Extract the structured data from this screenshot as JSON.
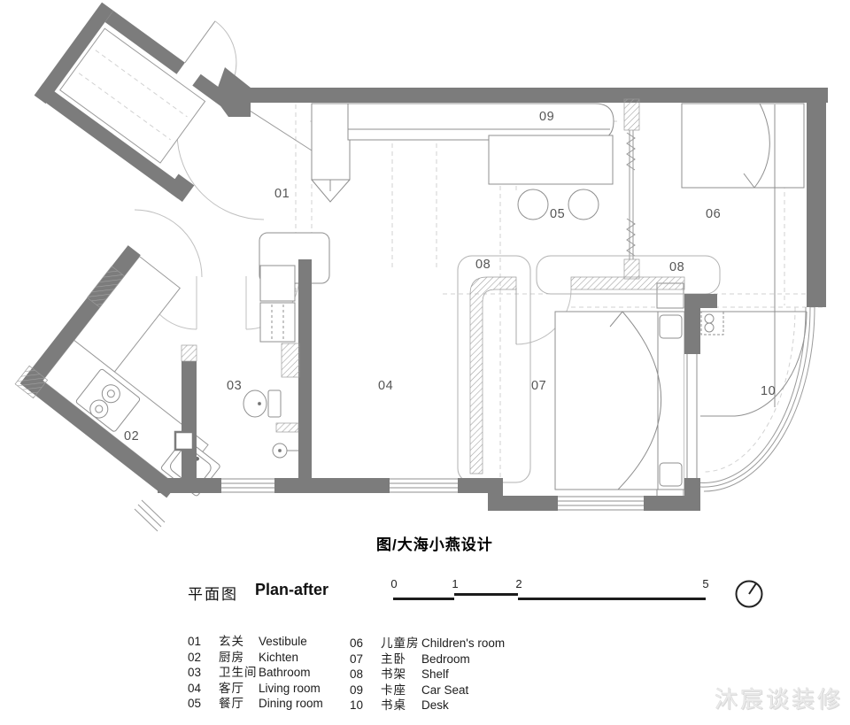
{
  "plan": {
    "caption": "图/大海小燕设计",
    "labels": {
      "n01": "01",
      "n02": "02",
      "n03": "03",
      "n04": "04",
      "n05": "05",
      "n06": "06",
      "n07": "07",
      "n08a": "08",
      "n08b": "08",
      "n09": "09",
      "n10": "10"
    },
    "colors": {
      "wall": "#7c7c7c",
      "furniture_line": "#8f8f8f",
      "door_arc": "#bcbcbc",
      "dash": "#cfcfcf"
    }
  },
  "footer": {
    "title_zh": "平面图",
    "title_en": "Plan-after",
    "scale_ticks": [
      "0",
      "1",
      "2",
      "5"
    ],
    "legend": {
      "col1": [
        {
          "num": "01",
          "zh": "玄关",
          "en": "Vestibule"
        },
        {
          "num": "02",
          "zh": "厨房",
          "en": "Kichten"
        },
        {
          "num": "03",
          "zh": "卫生间",
          "en": "Bathroom"
        },
        {
          "num": "04",
          "zh": "客厅",
          "en": "Living room"
        },
        {
          "num": "05",
          "zh": "餐厅",
          "en": "Dining room"
        }
      ],
      "col2": [
        {
          "num": "06",
          "zh": "儿童房",
          "en": "Children's room"
        },
        {
          "num": "07",
          "zh": "主卧",
          "en": "Bedroom"
        },
        {
          "num": "08",
          "zh": "书架",
          "en": "Shelf"
        },
        {
          "num": "09",
          "zh": "卡座",
          "en": "Car Seat"
        },
        {
          "num": "10",
          "zh": "书桌",
          "en": "Desk"
        }
      ]
    }
  },
  "watermark": "沐宸谈装修"
}
